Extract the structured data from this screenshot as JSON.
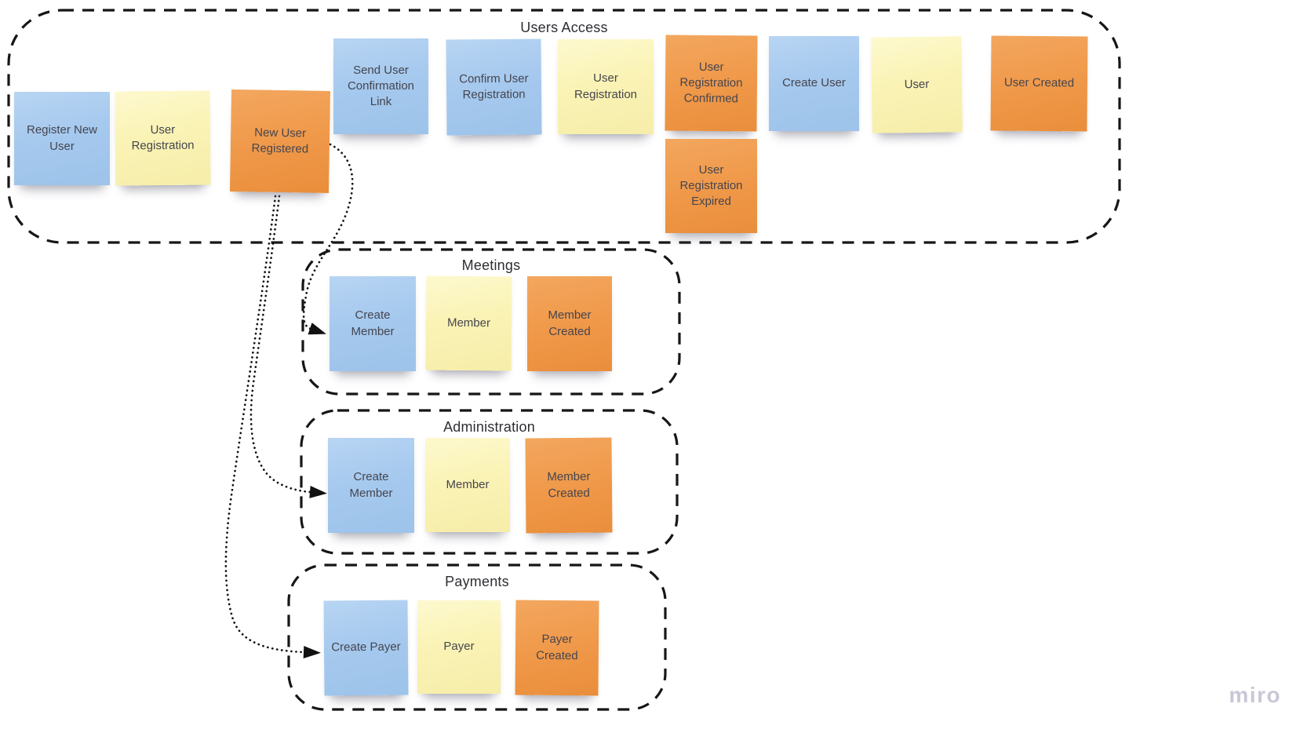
{
  "board": {
    "watermark": "miro",
    "colors": {
      "sticky_blue": "#a6c9ee",
      "sticky_yellow": "#faf3b5",
      "sticky_orange": "#f0994a",
      "note_text": "#45454f",
      "group_border": "#161616",
      "connector": "#111111",
      "watermark_gray": "#c9c7d6"
    },
    "groups": [
      {
        "id": "users-access",
        "title": "Users Access",
        "notes": [
          {
            "text": "Register New User",
            "color": "blue"
          },
          {
            "text": "User Registration",
            "color": "yellow"
          },
          {
            "text": "New User Registered",
            "color": "orange"
          },
          {
            "text": "Send User Confirmation Link",
            "color": "blue"
          },
          {
            "text": "Confirm User Registration",
            "color": "blue"
          },
          {
            "text": "User Registration",
            "color": "yellow"
          },
          {
            "text": "User Registration Confirmed",
            "color": "orange"
          },
          {
            "text": "User Registration Expired",
            "color": "orange"
          },
          {
            "text": "Create User",
            "color": "blue"
          },
          {
            "text": "User",
            "color": "yellow"
          },
          {
            "text": "User Created",
            "color": "orange"
          }
        ]
      },
      {
        "id": "meetings",
        "title": "Meetings",
        "notes": [
          {
            "text": "Create Member",
            "color": "blue"
          },
          {
            "text": "Member",
            "color": "yellow"
          },
          {
            "text": "Member Created",
            "color": "orange"
          }
        ]
      },
      {
        "id": "administration",
        "title": "Administration",
        "notes": [
          {
            "text": "Create Member",
            "color": "blue"
          },
          {
            "text": "Member",
            "color": "yellow"
          },
          {
            "text": "Member Created",
            "color": "orange"
          }
        ]
      },
      {
        "id": "payments",
        "title": "Payments",
        "notes": [
          {
            "text": "Create Payer",
            "color": "blue"
          },
          {
            "text": "Payer",
            "color": "yellow"
          },
          {
            "text": "Payer Created",
            "color": "orange"
          }
        ]
      }
    ],
    "connectors": [
      {
        "from": "New User Registered",
        "to": "Create Member (Meetings)",
        "style": "dotted-arrow"
      },
      {
        "from": "New User Registered",
        "to": "Create Member (Administration)",
        "style": "dotted-arrow"
      },
      {
        "from": "New User Registered",
        "to": "Create Payer (Payments)",
        "style": "dotted-arrow"
      }
    ]
  }
}
